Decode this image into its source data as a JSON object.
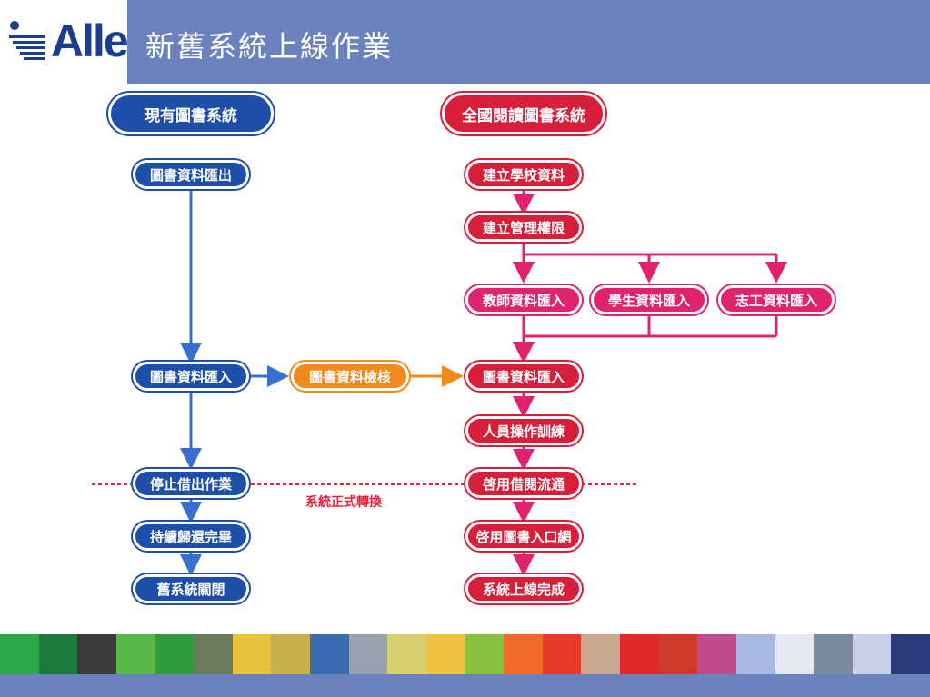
{
  "header": {
    "logo_text": "Alle",
    "title": "新舊系統上線作業"
  },
  "diagram": {
    "left_title": "現有圖書系統",
    "right_title": "全國閱讀圖書系統",
    "switch_label": "系統正式轉換",
    "left_nodes": {
      "export": "圖書資料匯出",
      "import": "圖書資料匯入",
      "stop": "停止借出作業",
      "return": "持續歸還完畢",
      "close": "舊系統關閉"
    },
    "check_node": "圖書資料檢核",
    "right_nodes": {
      "school": "建立學校資料",
      "permission": "建立管理權限",
      "teacher": "教師資料匯入",
      "student": "學生資料匯入",
      "volunteer": "志工資料匯入",
      "book_import": "圖書資料匯入",
      "training": "人員操作訓練",
      "circulation": "啓用借閱流通",
      "portal": "啓用圖書入口網",
      "complete": "系統上線完成"
    },
    "colors": {
      "old_system": "#1e4fa8",
      "new_system": "#d71f3a",
      "check": "#f08a1c",
      "new_arrows": "#e0236e",
      "divider": "#e8223a"
    }
  },
  "banner": {
    "tiles": [
      "#2aa84a",
      "#1c7a3c",
      "#3a3a3a",
      "#58b848",
      "#2f9a3e",
      "#6a7a5a",
      "#e8c23a",
      "#c8b04a",
      "#3a6ab0",
      "#9aa0b0",
      "#d8d070",
      "#f0c040",
      "#8ac040",
      "#f06a2a",
      "#e83a2a",
      "#c8a890",
      "#e02a2a",
      "#d03a2a",
      "#c04a8a",
      "#a8b8e0",
      "#e8e8f0",
      "#7a8aa0",
      "#c8d0e8",
      "#2a3a7a"
    ]
  }
}
